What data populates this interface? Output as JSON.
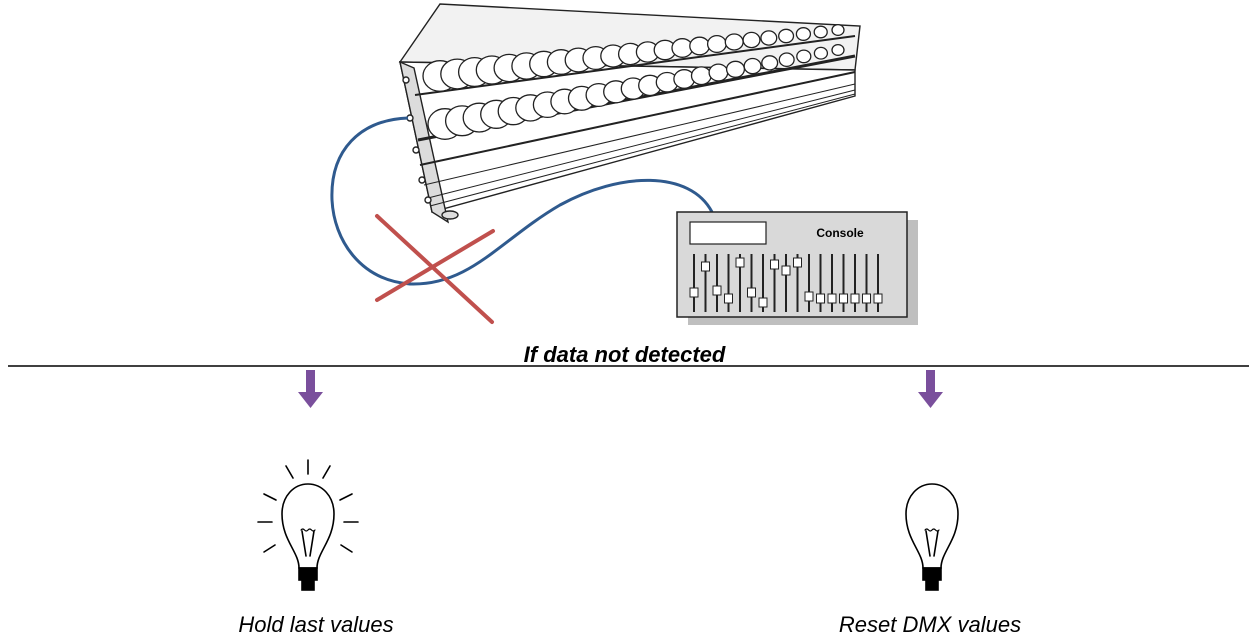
{
  "heading": "If data not detected",
  "console": {
    "label": "Console"
  },
  "outcomes": [
    {
      "label": "Hold last values",
      "icon": "lit-bulb-icon"
    },
    {
      "label": "Reset DMX values",
      "icon": "unlit-bulb-icon"
    }
  ],
  "colors": {
    "cable": "#2f5a8e",
    "cross": "#c0504d",
    "arrow": "#7a4f9c",
    "console_bg": "#d9d9d9"
  }
}
